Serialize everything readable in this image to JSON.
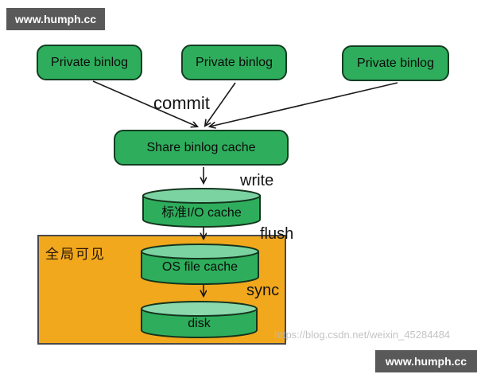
{
  "watermarks": {
    "top": "www.humph.cc",
    "bottom": "www.humph.cc",
    "url": "https://blog.csdn.net/weixin_45284484"
  },
  "nodes": {
    "private_binlog_1": "Private binlog",
    "private_binlog_2": "Private binlog",
    "private_binlog_3": "Private binlog",
    "share_binlog_cache": "Share binlog cache",
    "stdio_cache": "标准I/O cache",
    "os_file_cache": "OS file cache",
    "disk": "disk"
  },
  "region": {
    "label": "全局可见"
  },
  "edges": {
    "commit": "commit",
    "write": "write",
    "flush": "flush",
    "sync": "sync"
  },
  "colors": {
    "node_green": "#2eae5c",
    "node_border": "#123d22",
    "cylinder_top_green": "#7bd3a2",
    "region_orange": "#f2a81d",
    "region_border": "#4a4a4a",
    "badge_gray": "#595959",
    "watermark_gray": "#b9b9b9",
    "arrow_black": "#1a1a1a"
  }
}
